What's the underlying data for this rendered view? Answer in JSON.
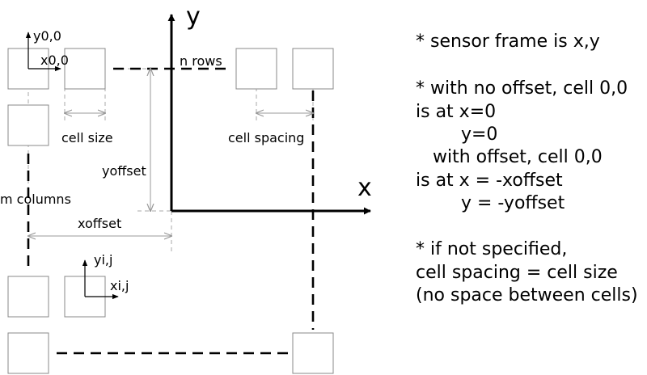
{
  "axes": {
    "x_label": "x",
    "y_label": "y"
  },
  "labels": {
    "y00": "y0,0",
    "x00": "x0,0",
    "n_rows": "n rows",
    "cell_size": "cell size",
    "cell_spacing": "cell spacing",
    "yoffset": "yoffset",
    "m_columns": "m columns",
    "xoffset": "xoffset",
    "yij": "yi,j",
    "xij": "xi,j"
  },
  "notes": [
    "* sensor frame is x,y",
    "",
    "* with no offset, cell 0,0",
    "is at x=0",
    "        y=0",
    "   with offset, cell 0,0",
    "is at x = -xoffset",
    "        y = -yoffset",
    "",
    "* if not specified,",
    "cell spacing = cell size",
    "(no space between cells)"
  ]
}
